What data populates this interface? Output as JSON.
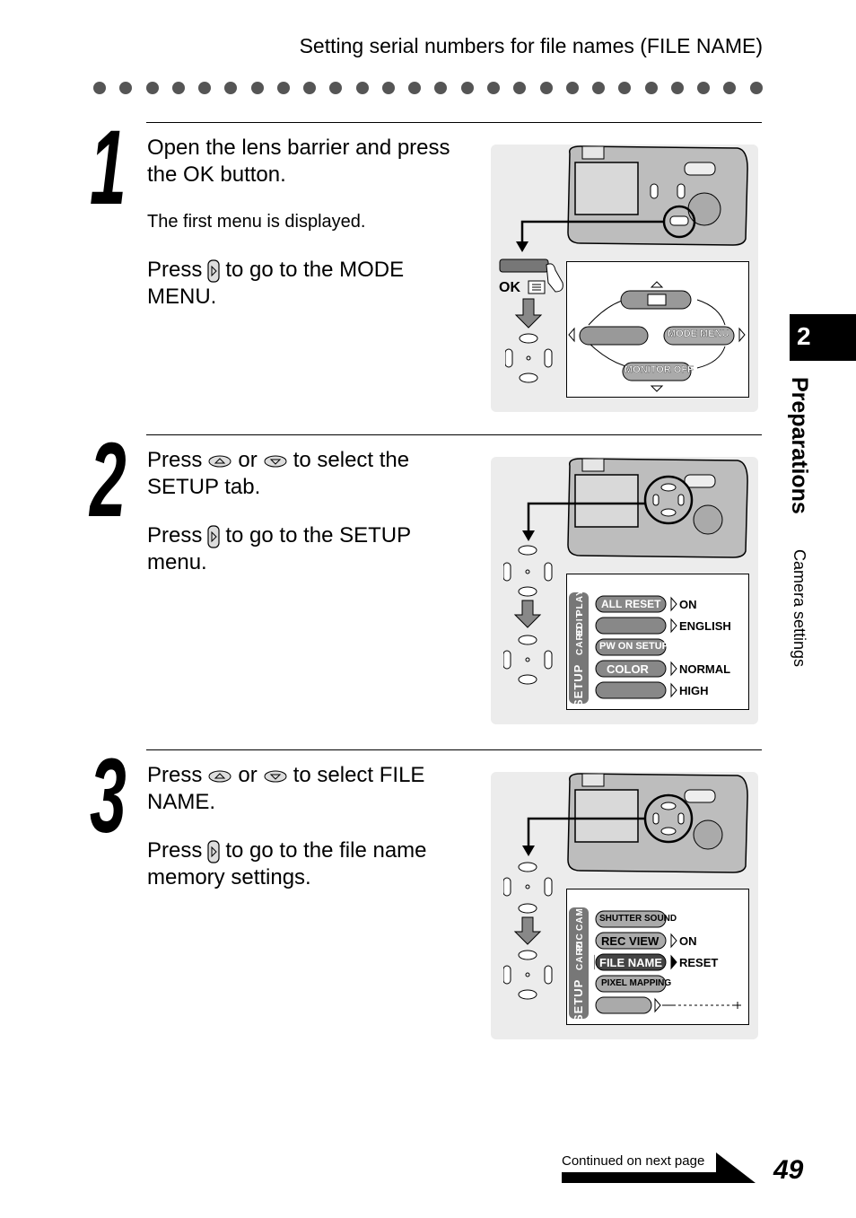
{
  "header": {
    "title": "Setting serial numbers for file names (FILE NAME)"
  },
  "side_tab": {
    "number": "2",
    "section": "Preparations",
    "subsection": "Camera settings"
  },
  "steps": [
    {
      "number": "1",
      "main_text": "Open the lens barrier and press the OK button.",
      "sub_text": "The first menu is displayed.",
      "press_text_before": "Press",
      "press_text_after": "to go to the MODE MENU.",
      "ok_label": "OK",
      "lcd_labels": {
        "mode_menu": "MODE MENU",
        "monitor_off": "MONITOR OFF"
      }
    },
    {
      "number": "2",
      "press1_before": "Press",
      "press1_or": "or",
      "press1_after": "to select the SETUP tab.",
      "press2_before": "Press",
      "press2_after": "to go to the SETUP menu.",
      "tabs": [
        "PLAY",
        "EDIT",
        "CARD",
        "SETUP"
      ],
      "menu": [
        {
          "label": "ALL RESET",
          "value": "ON"
        },
        {
          "label": "",
          "value": "ENGLISH"
        },
        {
          "label": "PW ON SETUP",
          "value": ""
        },
        {
          "label": "COLOR",
          "value": "NORMAL"
        },
        {
          "label": "",
          "value": "HIGH"
        }
      ]
    },
    {
      "number": "3",
      "press1_before": "Press",
      "press1_or": "or",
      "press1_after": "to select FILE NAME.",
      "press2_before": "Press",
      "press2_after": "to go to the file name memory settings.",
      "tabs": [
        "CAM",
        "PIC",
        "CARD",
        "SETUP"
      ],
      "menu": [
        {
          "label": "SHUTTER SOUND",
          "value": ""
        },
        {
          "label": "REC VIEW",
          "value": "ON"
        },
        {
          "label": "FILE NAME",
          "value": "RESET"
        },
        {
          "label": "PIXEL MAPPING",
          "value": ""
        },
        {
          "label": "",
          "value": ""
        }
      ]
    }
  ],
  "footer": {
    "continued": "Continued on next page",
    "page_number": "49"
  }
}
